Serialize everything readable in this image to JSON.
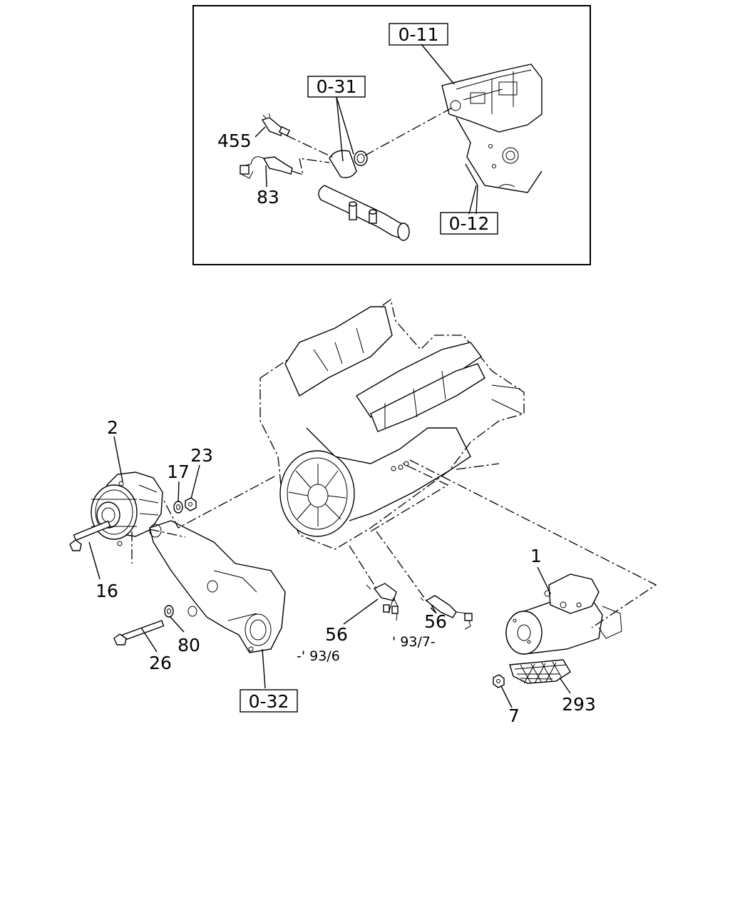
{
  "inset": {
    "refs": [
      "0-11",
      "0-31",
      "0-12"
    ],
    "callouts": [
      "455",
      "83"
    ]
  },
  "main": {
    "refs": [
      "0-32"
    ],
    "callouts": [
      "2",
      "23",
      "17",
      "16",
      "80",
      "26",
      "56",
      "56",
      "1",
      "7",
      "293"
    ],
    "date_notes": [
      "-' 93/6",
      "' 93/7-"
    ]
  }
}
